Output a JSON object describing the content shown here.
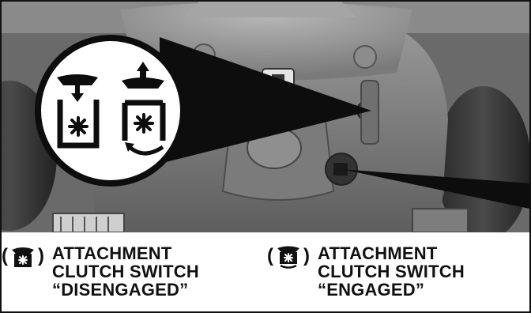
{
  "photo": {
    "callout_icons": [
      "clutch-disengaged-icon",
      "clutch-engaged-icon"
    ]
  },
  "captions": {
    "left": {
      "icon": "clutch-disengaged-icon",
      "lines": [
        "ATTACHMENT",
        "CLUTCH SWITCH",
        "“DISENGAGED”"
      ]
    },
    "right": {
      "icon": "clutch-engaged-icon",
      "lines": [
        "ATTACHMENT",
        "CLUTCH SWITCH",
        "“ENGAGED”"
      ]
    },
    "open_paren": "(",
    "close_paren": ")"
  },
  "colors": {
    "ink": "#111111",
    "paper": "#ffffff"
  }
}
